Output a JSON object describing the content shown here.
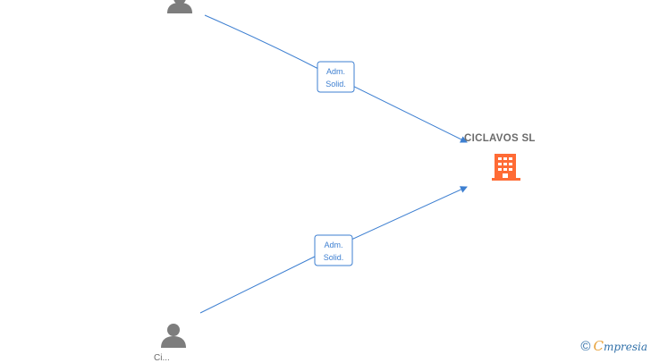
{
  "nodes": {
    "company": {
      "name": "CICLAVOS SL",
      "icon": "building-icon",
      "color": "#ff6b35"
    },
    "person_top": {
      "icon": "person-icon",
      "color": "#7d7d7d"
    },
    "person_bottom": {
      "icon": "person-icon",
      "color": "#7d7d7d",
      "label": "Ci..."
    }
  },
  "edges": [
    {
      "from": "person_top",
      "to": "company",
      "label_line1": "Adm.",
      "label_line2": "Solid."
    },
    {
      "from": "person_bottom",
      "to": "company",
      "label_line1": "Adm.",
      "label_line2": "Solid."
    }
  ],
  "watermark": {
    "copyright": "©",
    "brand_first": "C",
    "brand_rest": "mpresia"
  },
  "colors": {
    "edge": "#3d7fd1",
    "text": "#6b6b6b"
  }
}
